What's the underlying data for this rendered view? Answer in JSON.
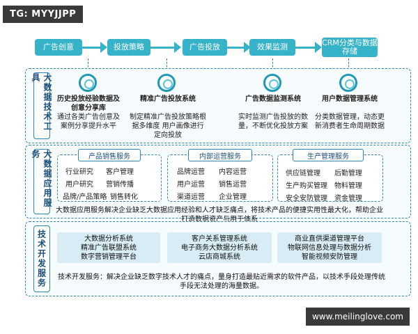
{
  "watermark_tag": "TG: MYYJJPP",
  "watermark_url": "www.meilinglove.com",
  "flow": [
    "广告创意",
    "投放策略",
    "广告投放",
    "效果监测",
    "CRM分类与数据存储"
  ],
  "sections": {
    "tools": {
      "label": "大数据技术工具",
      "columns": [
        {
          "title": "历史投放经验数据及创意分享库",
          "desc": "通过各类广告创意及案例分享提升水平"
        },
        {
          "title": "精准广告投放系统",
          "desc": "制定精准广告投放策略根据多维度 用户画像进行定向投放"
        },
        {
          "title": "广告数据监测系统",
          "desc": "实时监测广告投放的数量，不断优化投放方案"
        },
        {
          "title": "用户数据管理系统",
          "desc": "分类数据管理，动态更新消费者生命周期数据"
        }
      ]
    },
    "apps": {
      "label": "大数据应用服务",
      "groups": [
        {
          "title": "产品销售服务",
          "items": [
            "行业研究",
            "客户管理",
            "用户研究",
            "营销传播",
            "品牌/产品策略",
            "销售转化"
          ]
        },
        {
          "title": "内部运营服务",
          "items": [
            "品牌运营",
            "内容运营",
            "用户运营",
            "销售运营",
            "渠道运营",
            "企业管理"
          ]
        },
        {
          "title": "生产管理服务",
          "items": [
            "供应链管理",
            "后勤管理",
            "生产购买管理",
            "物料管理",
            "安全安防管理",
            "资金管理"
          ]
        }
      ],
      "note": "大数据应用服务解决企业缺乏大数据应用经验和人才缺乏痛点，将技术产品的便捷实用性最大化，帮助企业打造数据资产与用于体系"
    },
    "dev": {
      "label": "技术开发服务",
      "bars": [
        [
          "大数据分析系统",
          "精准广告联盟系统",
          "数字营销管理平台"
        ],
        [
          "客户关系管理系统",
          "电子商务大数据分析系统",
          "云店商城系统"
        ],
        [
          "商业直供渠道管理平台",
          "物联网信息处理与数据分析",
          "智能视频安防管理"
        ]
      ],
      "note": "技术开发服务：解决企业缺乏数字技术人才的痛点，量身打造最贴近需求的软件产品，以技术手段处理传统手段无法处理的海量数据。"
    }
  },
  "colors": {
    "flow": "#36b3c9",
    "border": "#2f86b3",
    "label": "#1d4f7a",
    "panel": "#f6fbfd",
    "bar": "#d7ecf4"
  }
}
